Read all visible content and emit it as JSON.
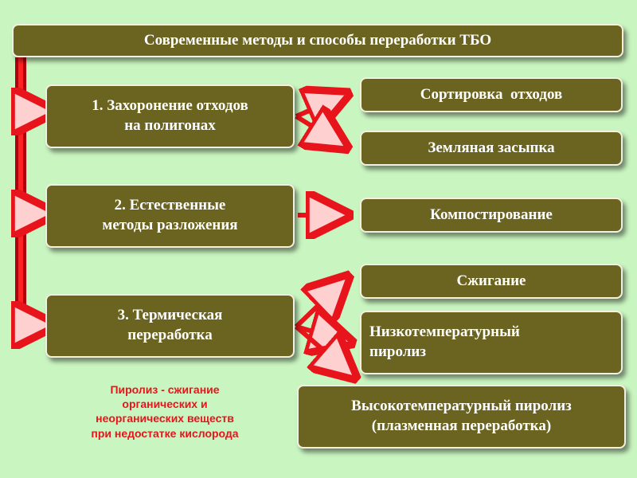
{
  "title": "Современные методы и способы переработки ТБО",
  "methods": [
    {
      "line1": "1. Захоронение отходов",
      "line2": "на полигонах"
    },
    {
      "line1": "2. Естественные",
      "line2": "методы разложения"
    },
    {
      "line1": "3. Термическая",
      "line2": "переработка"
    }
  ],
  "results": {
    "sorting": "Сортировка  отходов",
    "earth_fill": "Земляная засыпка",
    "composting": "Компостирование",
    "burning": "Сжигание",
    "low_temp_line1": "Низкотемпературный",
    "low_temp_line2": "пиролиз",
    "high_temp_line1": "Высокотемпературный пиролиз",
    "high_temp_line2": "(плазменная переработка)"
  },
  "note": [
    "Пиролиз - сжигание",
    "органических и",
    "неорганических веществ",
    "при недостатке кислорода"
  ],
  "colors": {
    "box": "#6b6320",
    "arrow": "#e8141c",
    "background": "#c9f5c0"
  }
}
